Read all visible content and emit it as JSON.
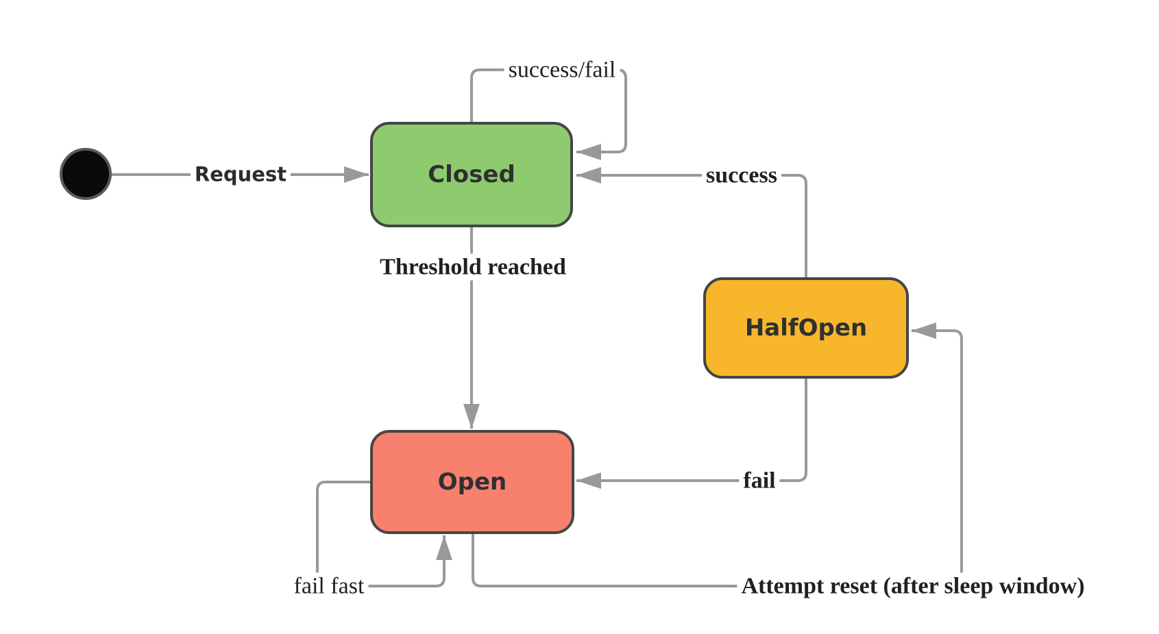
{
  "diagram": {
    "type": "state-machine",
    "states": {
      "initial": {
        "kind": "initial-pseudostate",
        "fill": "#0a0a0a"
      },
      "closed": {
        "label": "Closed",
        "fill": "#8ecb6e"
      },
      "half_open": {
        "label": "HalfOpen",
        "fill": "#f7b62c"
      },
      "open": {
        "label": "Open",
        "fill": "#f8806f"
      }
    },
    "transitions": {
      "request": {
        "label": "Request",
        "from": "initial",
        "to": "closed"
      },
      "success_fail": {
        "label": "success/fail",
        "from": "closed",
        "to": "closed"
      },
      "threshold_reached": {
        "label": "Threshold reached",
        "from": "closed",
        "to": "open"
      },
      "success": {
        "label": "success",
        "from": "half_open",
        "to": "closed"
      },
      "fail": {
        "label": "fail",
        "from": "half_open",
        "to": "open"
      },
      "fail_fast": {
        "label": "fail fast",
        "from": "open",
        "to": "open"
      },
      "attempt_reset": {
        "label": "Attempt reset (after sleep window)",
        "from": "open",
        "to": "half_open"
      }
    },
    "colors": {
      "state_border": "#454545",
      "edge_line": "#999999",
      "arrowhead": "#999999",
      "edge_label_text": "#212121",
      "state_label_text": "#303030",
      "initial_ring": "#5a5a5a",
      "background": "#ffffff"
    }
  }
}
